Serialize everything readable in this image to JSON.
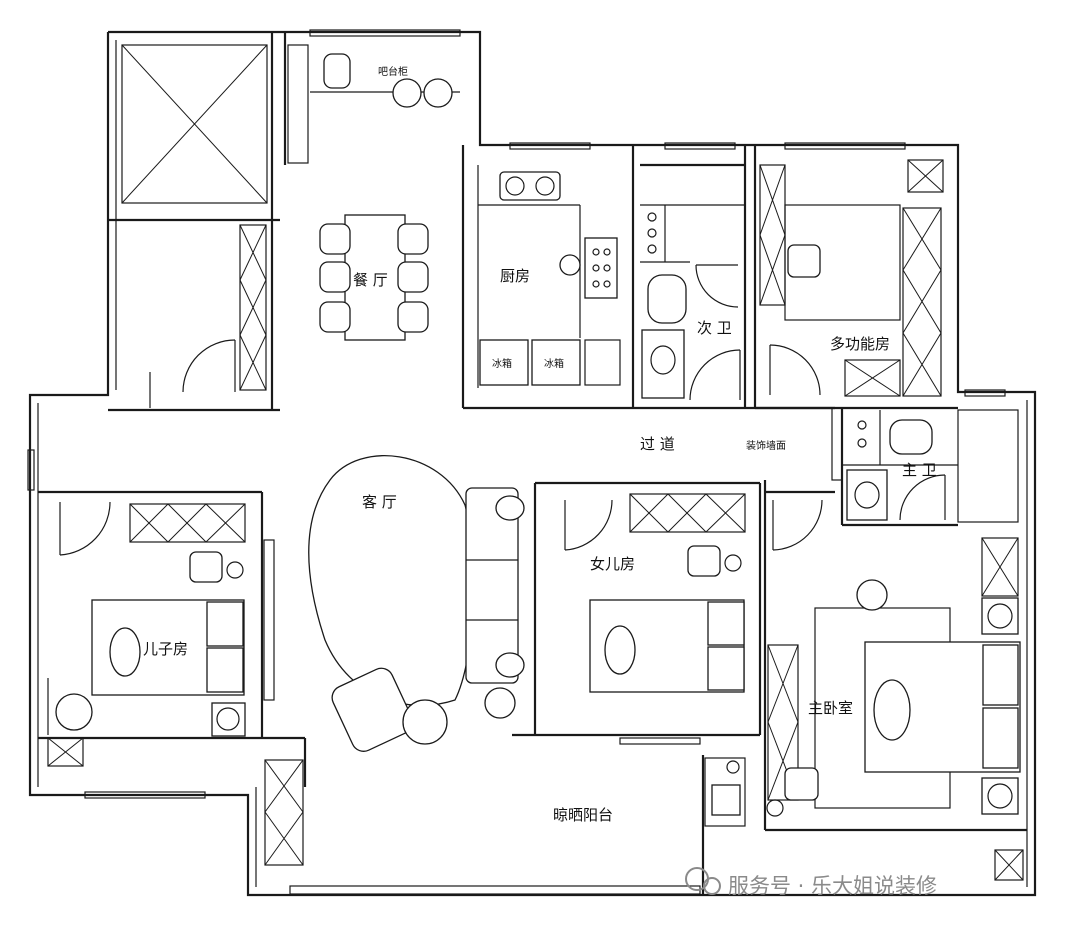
{
  "rooms": {
    "dining": "餐 厅",
    "bar_cabinet": "吧台柜",
    "kitchen": "厨房",
    "fridge_1": "冰箱",
    "fridge_2": "冰箱",
    "second_bath": "次 卫",
    "multi_room": "多功能房",
    "corridor": "过 道",
    "decor_wall": "装饰墙面",
    "master_bath": "主 卫",
    "living": "客 厅",
    "son_room": "儿子房",
    "daughter_room": "女儿房",
    "master_bedroom": "主卧室",
    "balcony": "晾晒阳台"
  },
  "watermark": "服务号 · 乐大姐说装修"
}
